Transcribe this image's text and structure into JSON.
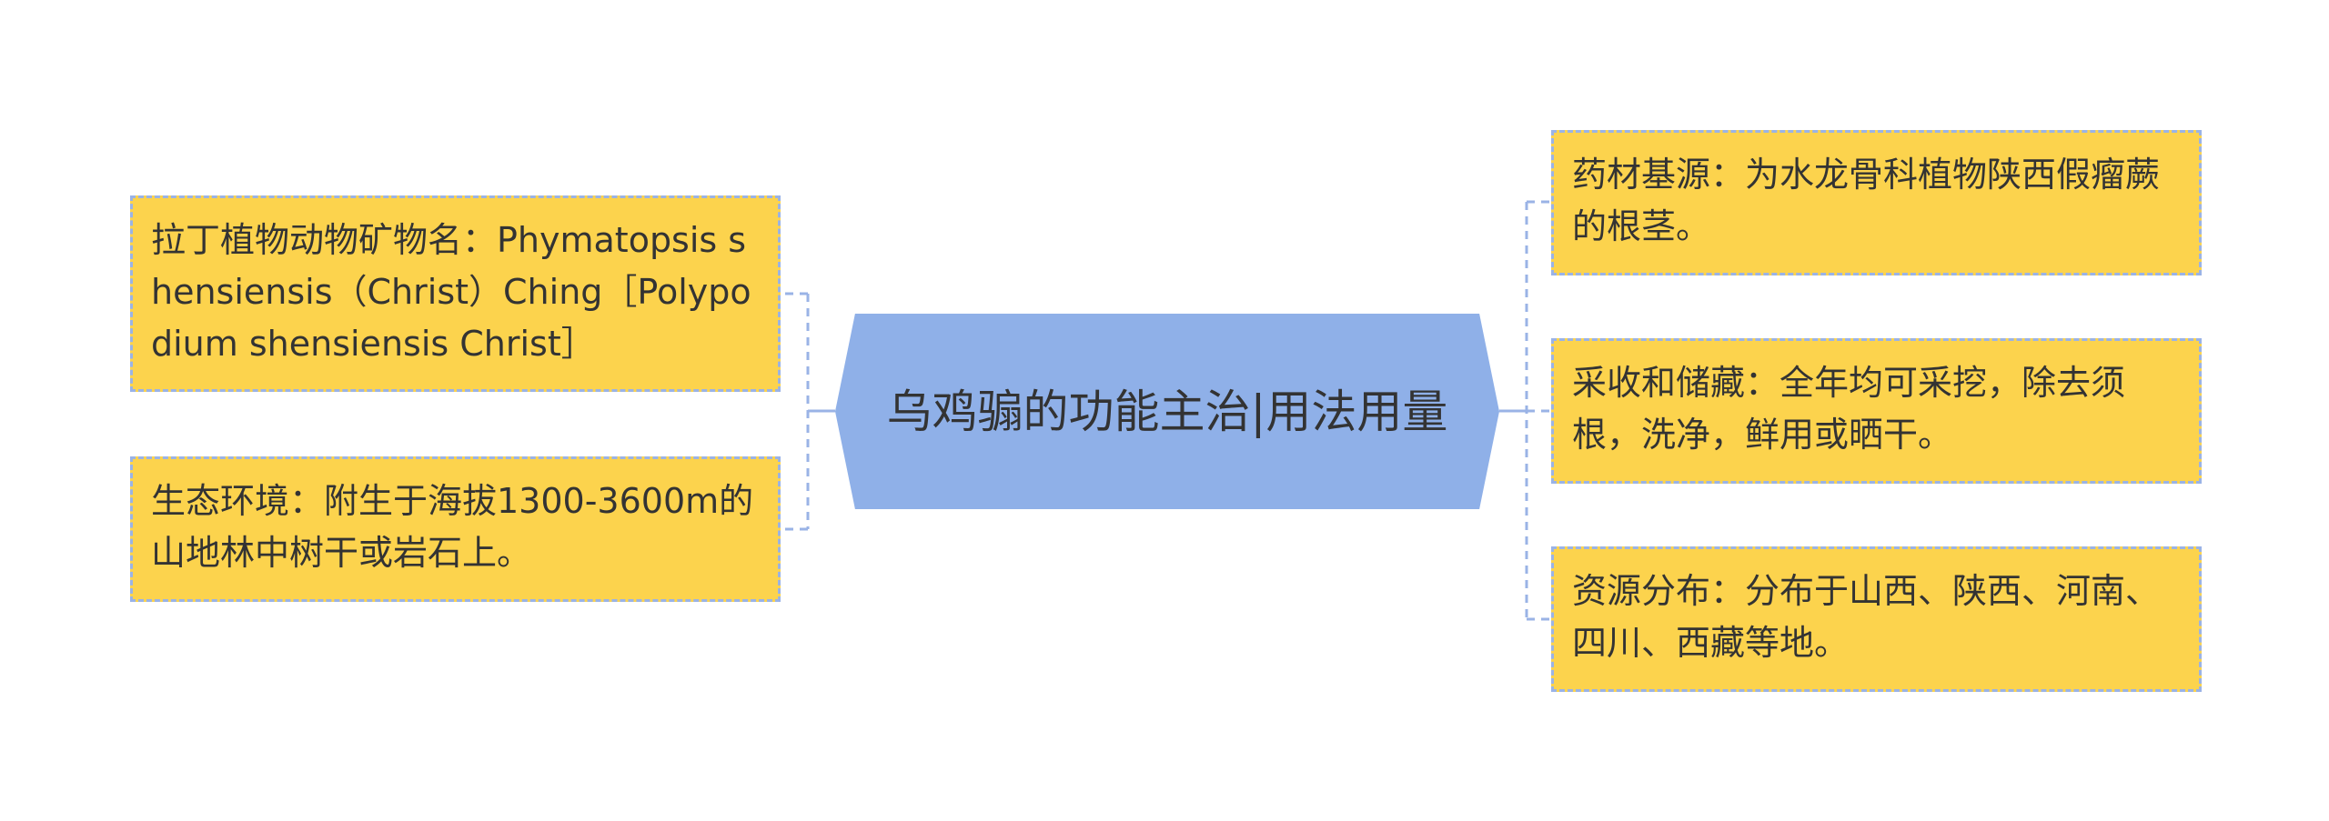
{
  "center": {
    "title": "乌鸡骟的功能主治|用法用量"
  },
  "left_nodes": [
    {
      "text": "拉丁植物动物矿物名：Phymatopsis shensiensis（Christ）Ching［Polypodium shensiensis Christ］"
    },
    {
      "text": "生态环境：附生于海拔1300-3600m的山地林中树干或岩石上。"
    }
  ],
  "right_nodes": [
    {
      "text": "药材基源：为水龙骨科植物陕西假瘤蕨的根茎。"
    },
    {
      "text": "采收和储藏：全年均可采挖，除去须根，洗净，鲜用或晒干。"
    },
    {
      "text": "资源分布：分布于山西、陕西、河南、四川、西藏等地。"
    }
  ],
  "colors": {
    "node_fill": "#fcd34d",
    "node_border": "#9ab3e6",
    "center_fill": "#8fb0e8",
    "connector": "#9ab3e6",
    "text": "#333333"
  }
}
